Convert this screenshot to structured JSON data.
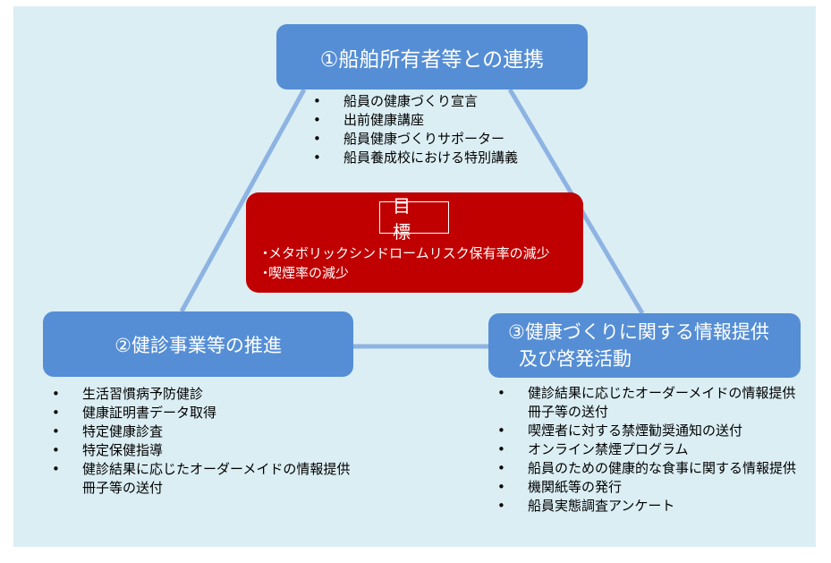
{
  "colors": {
    "background": "#dbeef4",
    "box_blue": "#558ed5",
    "line_blue": "#8db3e2",
    "goal_red": "#c00000",
    "text_white": "#ffffff"
  },
  "pillar1": {
    "title": "①船舶所有者等との連携",
    "items": [
      "船員の健康づくり宣言",
      "出前健康講座",
      "船員健康づくりサポーター",
      "船員養成校における特別講義"
    ]
  },
  "pillar2": {
    "title": "②健診事業等の推進",
    "items": [
      "生活習慣病予防健診",
      "健康証明書データ取得",
      "特定健康診査",
      "特定保健指導",
      "健診結果に応じたオーダーメイドの情報提供冊子等の送付"
    ]
  },
  "pillar3": {
    "title_line1": "③健康づくりに関する情報提供",
    "title_line2": "及び啓発活動",
    "items": [
      "健診結果に応じたオーダーメイドの情報提供冊子等の送付",
      "喫煙者に対する禁煙勧奨通知の送付",
      "オンライン禁煙プログラム",
      "船員のための健康的な食事に関する情報提供",
      "機関紙等の発行",
      "船員実態調査アンケート"
    ]
  },
  "goal": {
    "title": "目標",
    "items": [
      "メタボリックシンドロームリスク保有率の減少",
      "喫煙率の減少"
    ]
  }
}
